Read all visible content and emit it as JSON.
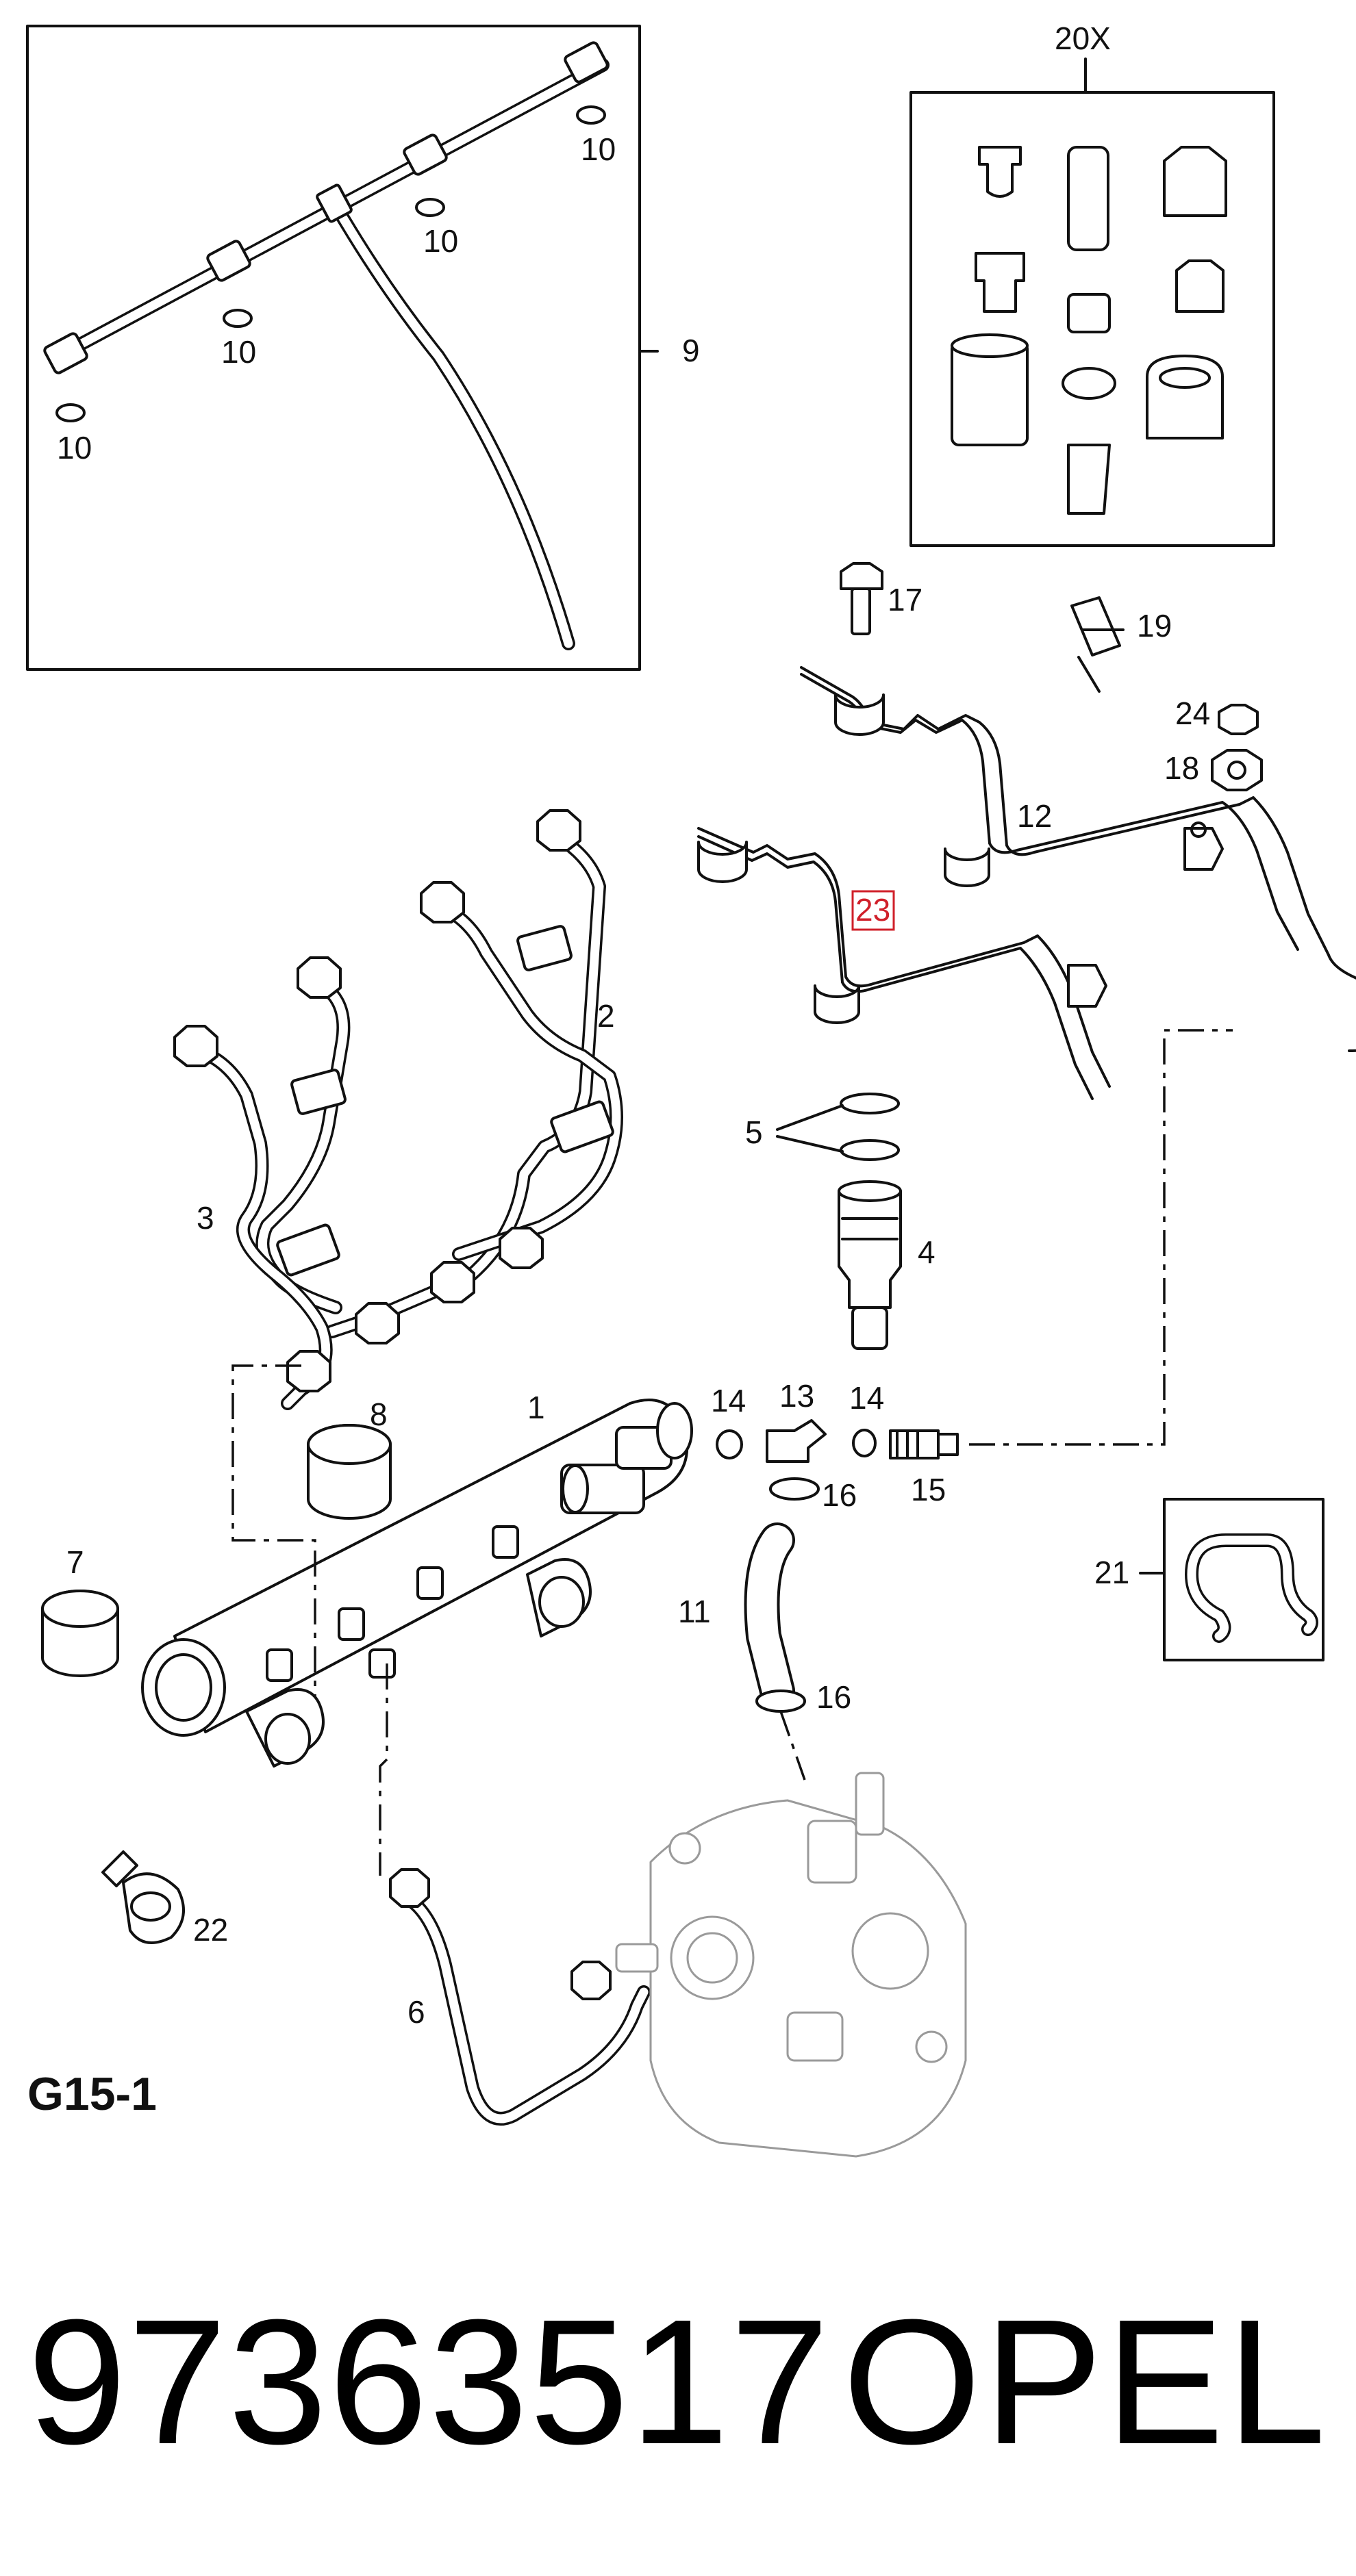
{
  "diagram": {
    "code": "G15-1",
    "kit_label": "20X",
    "labels": {
      "p1": "1",
      "p2": "2",
      "p3": "3",
      "p4": "4",
      "p5": "5",
      "p6": "6",
      "p7": "7",
      "p8": "8",
      "p9": "9",
      "p10a": "10",
      "p10b": "10",
      "p10c": "10",
      "p10d": "10",
      "p11": "11",
      "p12": "12",
      "p13": "13",
      "p14a": "14",
      "p14b": "14",
      "p15": "15",
      "p16a": "16",
      "p16b": "16",
      "p17": "17",
      "p18": "18",
      "p19": "19",
      "p21": "21",
      "p22": "22",
      "p23": "23",
      "p24": "24"
    },
    "highlight_color": "#d0202a"
  },
  "footer": {
    "part_number": "97363517",
    "brand": "OPEL"
  }
}
